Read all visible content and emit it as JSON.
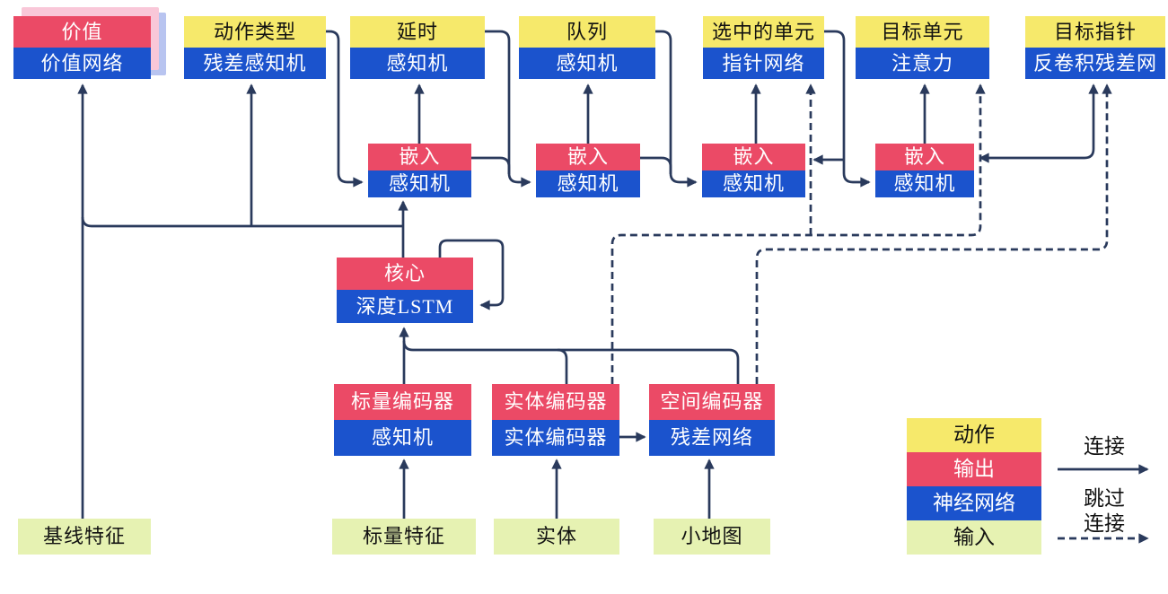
{
  "diagram": {
    "colors": {
      "action_yellow": "#f6e96b",
      "output_red": "#eb4a66",
      "network_blue": "#1b53cd",
      "input_green": "#e6f2b2",
      "wire_navy": "#2a3a5c",
      "shadow_pink": "#f9c7d8",
      "shadow_lightblue": "#b8c4f0"
    },
    "nodes": [
      {
        "id": "value",
        "stacked": true,
        "rows": [
          {
            "text": "价值",
            "bg": "red"
          },
          {
            "text": "价值网络",
            "bg": "blue"
          }
        ]
      },
      {
        "id": "action-type",
        "rows": [
          {
            "text": "动作类型",
            "bg": "yellow"
          },
          {
            "text": "残差感知机",
            "bg": "blue"
          }
        ]
      },
      {
        "id": "delay",
        "rows": [
          {
            "text": "延时",
            "bg": "yellow"
          },
          {
            "text": "感知机",
            "bg": "blue"
          }
        ]
      },
      {
        "id": "queue",
        "rows": [
          {
            "text": "队列",
            "bg": "yellow"
          },
          {
            "text": "感知机",
            "bg": "blue"
          }
        ]
      },
      {
        "id": "selected-units",
        "rows": [
          {
            "text": "选中的单元",
            "bg": "yellow"
          },
          {
            "text": "指针网络",
            "bg": "blue"
          }
        ]
      },
      {
        "id": "target-unit",
        "rows": [
          {
            "text": "目标单元",
            "bg": "yellow"
          },
          {
            "text": "注意力",
            "bg": "blue"
          }
        ]
      },
      {
        "id": "target-pointer",
        "rows": [
          {
            "text": "目标指针",
            "bg": "yellow"
          },
          {
            "text": "反卷积残差网",
            "bg": "blue"
          }
        ]
      },
      {
        "id": "embed-1",
        "rows": [
          {
            "text": "嵌入",
            "bg": "red"
          },
          {
            "text": "感知机",
            "bg": "blue"
          }
        ]
      },
      {
        "id": "embed-2",
        "rows": [
          {
            "text": "嵌入",
            "bg": "red"
          },
          {
            "text": "感知机",
            "bg": "blue"
          }
        ]
      },
      {
        "id": "embed-3",
        "rows": [
          {
            "text": "嵌入",
            "bg": "red"
          },
          {
            "text": "感知机",
            "bg": "blue"
          }
        ]
      },
      {
        "id": "embed-4",
        "rows": [
          {
            "text": "嵌入",
            "bg": "red"
          },
          {
            "text": "感知机",
            "bg": "blue"
          }
        ]
      },
      {
        "id": "core",
        "rows": [
          {
            "text": "核心",
            "bg": "red"
          },
          {
            "text": "深度LSTM",
            "bg": "blue"
          }
        ]
      },
      {
        "id": "scalar-encoder",
        "rows": [
          {
            "text": "标量编码器",
            "bg": "red"
          },
          {
            "text": "感知机",
            "bg": "blue"
          }
        ]
      },
      {
        "id": "entity-encoder",
        "rows": [
          {
            "text": "实体编码器",
            "bg": "red"
          },
          {
            "text": "实体编码器",
            "bg": "blue"
          }
        ]
      },
      {
        "id": "spatial-encoder",
        "rows": [
          {
            "text": "空间编码器",
            "bg": "red"
          },
          {
            "text": "残差网络",
            "bg": "blue"
          }
        ]
      },
      {
        "id": "baseline-features",
        "rows": [
          {
            "text": "基线特征",
            "bg": "green"
          }
        ]
      },
      {
        "id": "scalar-features",
        "rows": [
          {
            "text": "标量特征",
            "bg": "green"
          }
        ]
      },
      {
        "id": "entities",
        "rows": [
          {
            "text": "实体",
            "bg": "green"
          }
        ]
      },
      {
        "id": "minimap",
        "rows": [
          {
            "text": "小地图",
            "bg": "green"
          }
        ]
      }
    ],
    "legend": {
      "swatches": [
        {
          "label": "动作",
          "bg": "yellow"
        },
        {
          "label": "输出",
          "bg": "red"
        },
        {
          "label": "神经网络",
          "bg": "blue"
        },
        {
          "label": "输入",
          "bg": "green"
        }
      ],
      "solid_arrow_label": "连接",
      "dashed_arrow_label_line1": "跳过",
      "dashed_arrow_label_line2": "连接"
    }
  }
}
